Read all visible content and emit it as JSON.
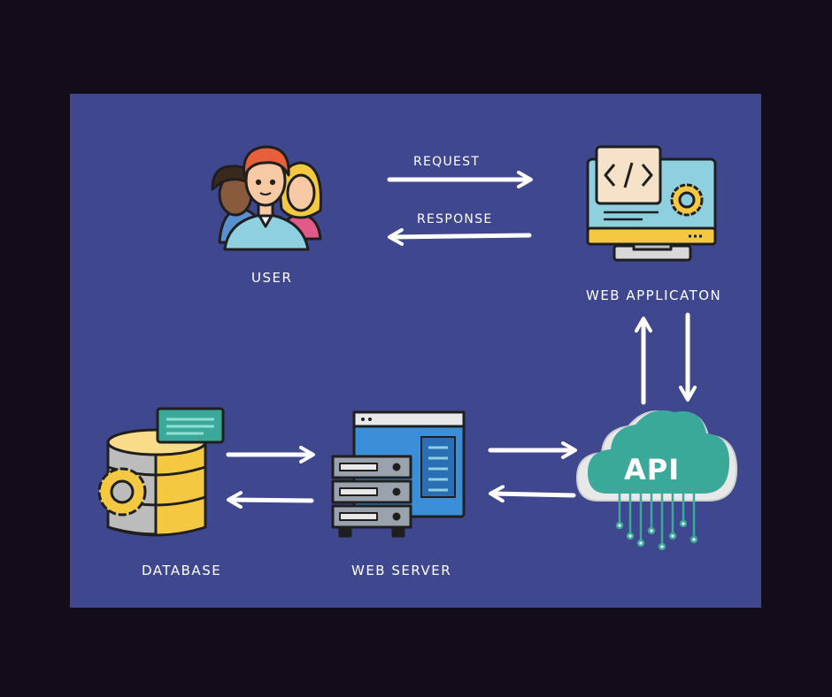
{
  "diagram": {
    "nodes": {
      "user": {
        "label": "USER",
        "icon": "users-group-icon"
      },
      "web_application": {
        "label": "WEB APPLICATON",
        "icon": "monitor-code-gear-icon"
      },
      "api": {
        "label": "API",
        "icon": "api-cloud-icon"
      },
      "web_server": {
        "label": "WEB SERVER",
        "icon": "server-rack-icon"
      },
      "database": {
        "label": "DATABASE",
        "icon": "database-gear-icon"
      }
    },
    "edges": {
      "request": {
        "from": "user",
        "to": "web_application",
        "label": "REQUEST"
      },
      "response": {
        "from": "web_application",
        "to": "user",
        "label": "RESPONSE"
      },
      "webapp_to_api": {
        "from": "web_application",
        "to": "api"
      },
      "api_to_webapp": {
        "from": "api",
        "to": "web_application"
      },
      "server_to_api": {
        "from": "web_server",
        "to": "api"
      },
      "api_to_server": {
        "from": "api",
        "to": "web_server"
      },
      "db_to_server": {
        "from": "database",
        "to": "web_server"
      },
      "server_to_db": {
        "from": "web_server",
        "to": "database"
      }
    }
  },
  "colors": {
    "page_background": "#120c1b",
    "canvas_background": "#3f478f",
    "arrow": "#ffffff",
    "outline": "#1f1f1f",
    "teal": "#3aa99a",
    "yellow": "#f5c842",
    "blue": "#3b8fd9"
  }
}
